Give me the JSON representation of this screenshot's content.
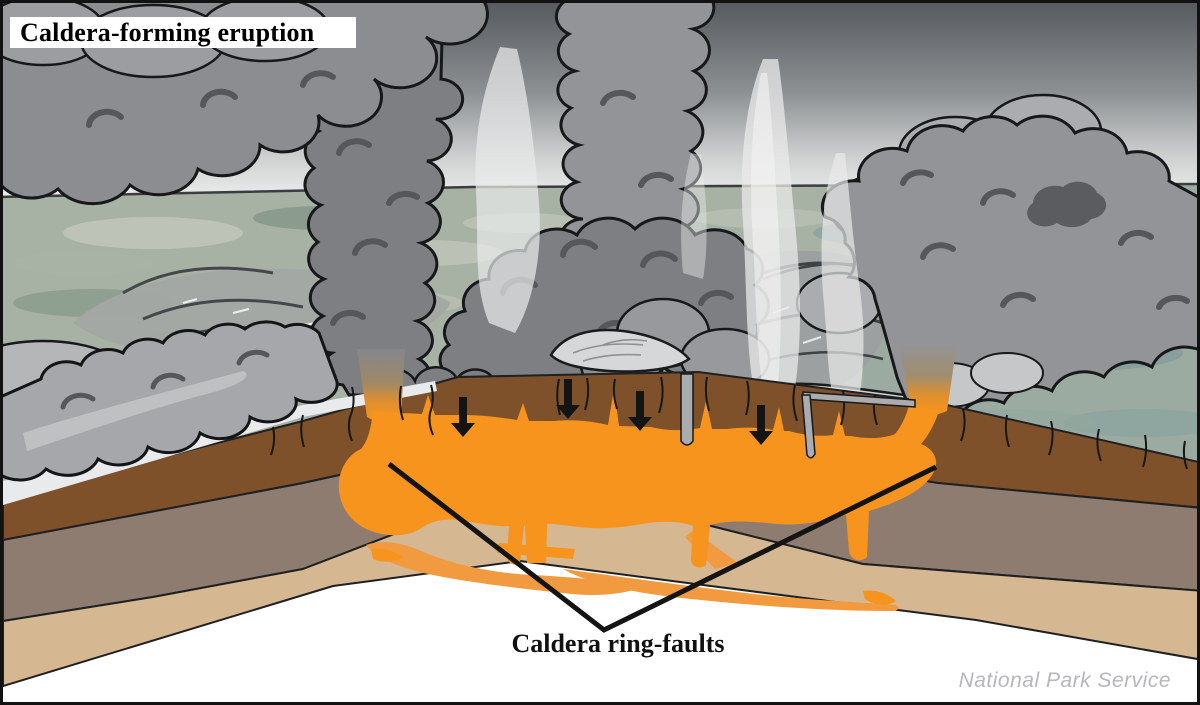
{
  "figure": {
    "title": "Caldera-forming eruption",
    "caldera_label": "Caldera ring-faults",
    "credit": "National Park Service"
  },
  "annotations": {
    "subsidence_arrows": {
      "count": 4,
      "direction": "down"
    },
    "ring_fault_pointer_lines": {
      "count": 2,
      "shape": "V pointing from label up to the two ring faults"
    }
  },
  "colors": {
    "sky_top": "#54575B",
    "sky_mid": "#8C8F92",
    "sky_low": "#CFD1D1",
    "sky_horizon": "#EFF0F0",
    "terrain": "#A7B1A4",
    "terrain_teal": "#8AA3A2",
    "ash_dark": "#7D7F82",
    "ash_mid": "#929497",
    "ash_light": "#AAACAF",
    "flow_gray": "#A5A7AA",
    "deposit_light": "#D6D7D8",
    "steam": "#E9EAEA",
    "rock_brown": "#7F512B",
    "rock_gray_brown": "#8D7C6F",
    "rock_tan": "#D5B791",
    "magma": "#F7941E",
    "magma_soft": "#F29A3F",
    "ink": "#141414",
    "credit_gray": "#B5B7B9",
    "title_bg": "#FFFFFF"
  }
}
